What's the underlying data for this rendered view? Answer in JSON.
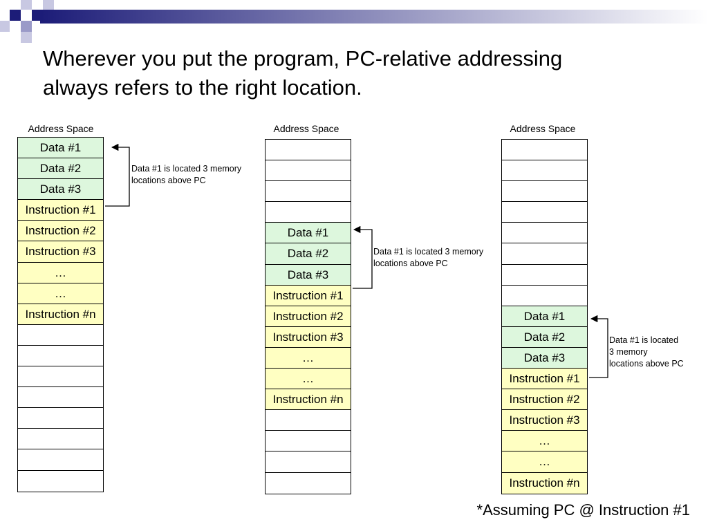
{
  "slide": {
    "title_line1": "Wherever you put the program, PC-relative addressing",
    "title_line2": "always refers to the right location.",
    "footnote": "*Assuming PC @ Instruction #1"
  },
  "columns": [
    {
      "header": "Address Space",
      "note_line1": "Data #1 is located 3 memory",
      "note_line2": "locations above PC",
      "note_line3": "",
      "cells": [
        {
          "label": "Data #1",
          "kind": "data"
        },
        {
          "label": "Data #2",
          "kind": "data"
        },
        {
          "label": "Data #3",
          "kind": "data"
        },
        {
          "label": "Instruction #1",
          "kind": "instr"
        },
        {
          "label": "Instruction #2",
          "kind": "instr"
        },
        {
          "label": "Instruction #3",
          "kind": "instr"
        },
        {
          "label": "…",
          "kind": "instr"
        },
        {
          "label": "…",
          "kind": "instr"
        },
        {
          "label": "Instruction #n",
          "kind": "instr"
        },
        {
          "label": "",
          "kind": "empty"
        },
        {
          "label": "",
          "kind": "empty"
        },
        {
          "label": "",
          "kind": "empty"
        },
        {
          "label": "",
          "kind": "empty"
        },
        {
          "label": "",
          "kind": "empty"
        },
        {
          "label": "",
          "kind": "empty"
        },
        {
          "label": "",
          "kind": "empty"
        },
        {
          "label": "",
          "kind": "empty"
        }
      ]
    },
    {
      "header": "Address Space",
      "note_line1": "Data #1 is located 3 memory",
      "note_line2": "locations above PC",
      "note_line3": "",
      "cells": [
        {
          "label": "",
          "kind": "empty"
        },
        {
          "label": "",
          "kind": "empty"
        },
        {
          "label": "",
          "kind": "empty"
        },
        {
          "label": "",
          "kind": "empty"
        },
        {
          "label": "Data #1",
          "kind": "data"
        },
        {
          "label": "Data #2",
          "kind": "data"
        },
        {
          "label": "Data #3",
          "kind": "data"
        },
        {
          "label": "Instruction #1",
          "kind": "instr"
        },
        {
          "label": "Instruction #2",
          "kind": "instr"
        },
        {
          "label": "Instruction #3",
          "kind": "instr"
        },
        {
          "label": "…",
          "kind": "instr"
        },
        {
          "label": "…",
          "kind": "instr"
        },
        {
          "label": "Instruction #n",
          "kind": "instr"
        },
        {
          "label": "",
          "kind": "empty"
        },
        {
          "label": "",
          "kind": "empty"
        },
        {
          "label": "",
          "kind": "empty"
        },
        {
          "label": "",
          "kind": "empty"
        }
      ]
    },
    {
      "header": "Address Space",
      "note_line1": "Data #1 is located",
      "note_line2": "3 memory",
      "note_line3": "locations above PC",
      "cells": [
        {
          "label": "",
          "kind": "empty"
        },
        {
          "label": "",
          "kind": "empty"
        },
        {
          "label": "",
          "kind": "empty"
        },
        {
          "label": "",
          "kind": "empty"
        },
        {
          "label": "",
          "kind": "empty"
        },
        {
          "label": "",
          "kind": "empty"
        },
        {
          "label": "",
          "kind": "empty"
        },
        {
          "label": "",
          "kind": "empty"
        },
        {
          "label": "Data #1",
          "kind": "data"
        },
        {
          "label": "Data #2",
          "kind": "data"
        },
        {
          "label": "Data #3",
          "kind": "data"
        },
        {
          "label": "Instruction #1",
          "kind": "instr"
        },
        {
          "label": "Instruction #2",
          "kind": "instr"
        },
        {
          "label": "Instruction #3",
          "kind": "instr"
        },
        {
          "label": "…",
          "kind": "instr"
        },
        {
          "label": "…",
          "kind": "instr"
        },
        {
          "label": "Instruction #n",
          "kind": "instr"
        }
      ]
    }
  ],
  "colors": {
    "data_cell": "#ddf7dd",
    "instruction_cell": "#ffffc2",
    "banner_dark": "#1c1c78",
    "banner_light": "#ffffff"
  }
}
